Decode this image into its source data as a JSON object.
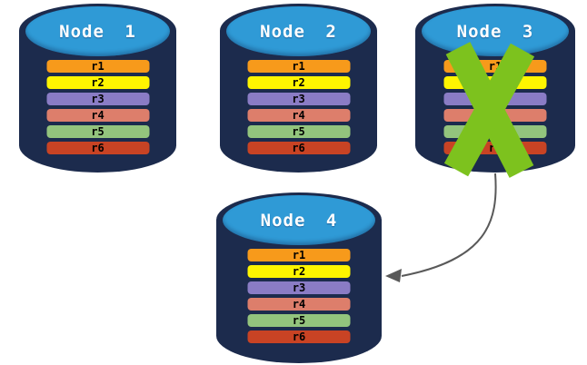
{
  "diagram": {
    "title_hint": "replication-failover-diagram",
    "nodes": [
      {
        "id": "node-1",
        "title": "Node 1",
        "failed": false,
        "records": [
          "r1",
          "r2",
          "r3",
          "r4",
          "r5",
          "r6"
        ]
      },
      {
        "id": "node-2",
        "title": "Node 2",
        "failed": false,
        "records": [
          "r1",
          "r2",
          "r3",
          "r4",
          "r5",
          "r6"
        ]
      },
      {
        "id": "node-3",
        "title": "Node 3",
        "failed": true,
        "records": [
          "r1",
          "r2",
          "r3",
          "r4",
          "r5",
          "r6"
        ]
      },
      {
        "id": "node-4",
        "title": "Node 4",
        "failed": false,
        "records": [
          "r1",
          "r2",
          "r3",
          "r4",
          "r5",
          "r6"
        ]
      }
    ],
    "record_colors": {
      "r1": "#F79A1B",
      "r2": "#FFF500",
      "r3": "#8A7CC5",
      "r4": "#DD7E6B",
      "r5": "#93C47D",
      "r6": "#C84324"
    },
    "colors": {
      "cylinder_body": "#1C2B4D",
      "cylinder_top": "#2F9AD6",
      "title_text": "#FFFFFF",
      "record_text": "#000000",
      "failure_x": "#7DC21E",
      "arrow": "#595959"
    },
    "arrow": {
      "from": "node-3",
      "to": "node-4"
    }
  }
}
